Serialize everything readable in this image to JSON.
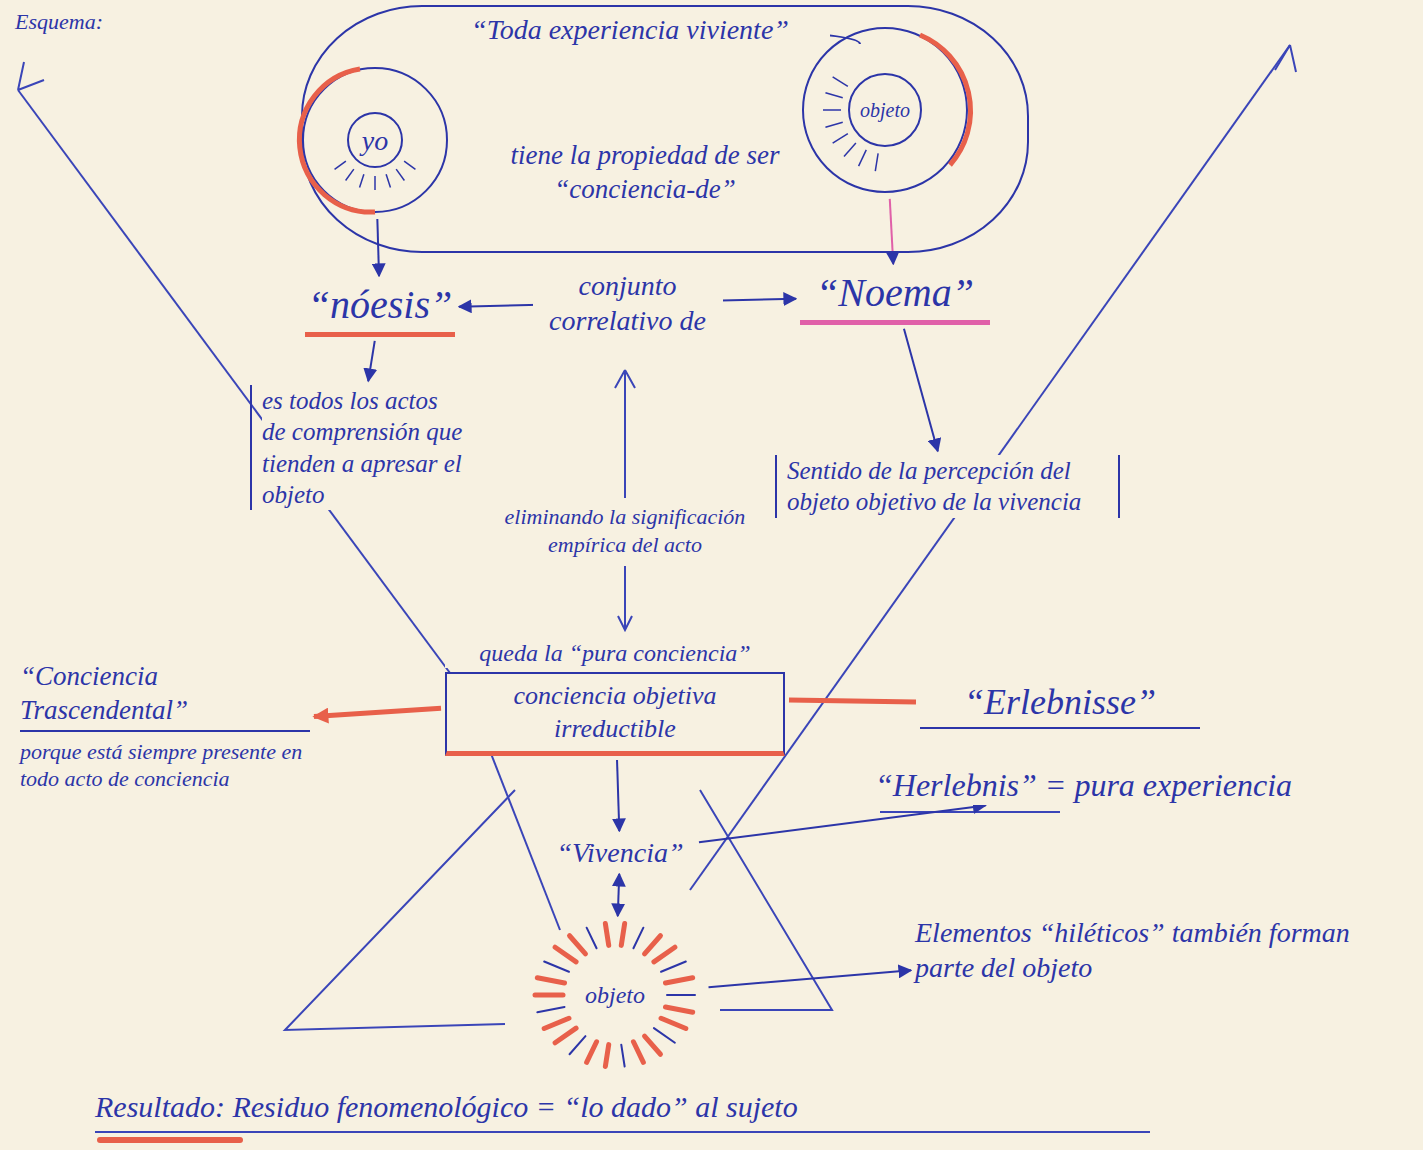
{
  "diagram": {
    "nodes": [
      {
        "text": [
          "“Toda experiencia viviente”",
          "tiene la propiedad de ser “conciencia-de”"
        ]
      },
      {
        "text": [
          "yo"
        ]
      },
      {
        "text": [
          "objeto"
        ]
      },
      {
        "text": [
          "“nóesis”"
        ]
      },
      {
        "text": [
          "“Noema”"
        ]
      },
      {
        "text": [
          "es todos los actos de comprensión que tienden a apresar el objeto"
        ]
      },
      {
        "text": [
          "Sentido de la percepción del objeto objetivo de la vivencia"
        ]
      },
      {
        "text": [
          "queda la “pura conciencia”",
          "conciencia objetiva irreductible"
        ]
      },
      {
        "text": [
          "“Conciencia Trascendental”",
          "porque está siempre presente en todo acto de conciencia"
        ]
      },
      {
        "text": [
          "“Erlebnisse”"
        ]
      },
      {
        "text": [
          "“Herlebnis” = pura experiencia"
        ]
      },
      {
        "text": [
          "“Vivencia”"
        ]
      },
      {
        "text": [
          "objeto"
        ]
      },
      {
        "text": [
          "Elementos “hiléticos” también forman parte del objeto"
        ]
      }
    ],
    "edges": [
      {
        "from": 1,
        "to": 3,
        "arrow": "to"
      },
      {
        "from": 2,
        "to": 4,
        "arrow": "to"
      },
      {
        "from": 3,
        "to": 4,
        "label": "conjunto correlativo de",
        "arrow": "both"
      },
      {
        "from": 3,
        "to": 5,
        "arrow": "to"
      },
      {
        "from": 4,
        "to": 6,
        "arrow": "to"
      },
      {
        "from": 7,
        "to": 8,
        "arrow": "to"
      },
      {
        "from": 7,
        "to": 9,
        "arrow": "none"
      },
      {
        "from": 7,
        "to": 11,
        "arrow": "to"
      },
      {
        "from": 11,
        "to": 10,
        "arrow": "to"
      },
      {
        "from": 12,
        "to": 11,
        "arrow": "both"
      },
      {
        "from": 12,
        "to": 13,
        "arrow": "to"
      }
    ],
    "labels": [
      "Esquema:",
      "eliminando la significación empírica del acto",
      "Resultado: Residuo fenomenológico = “lo dado” al sujeto"
    ]
  }
}
